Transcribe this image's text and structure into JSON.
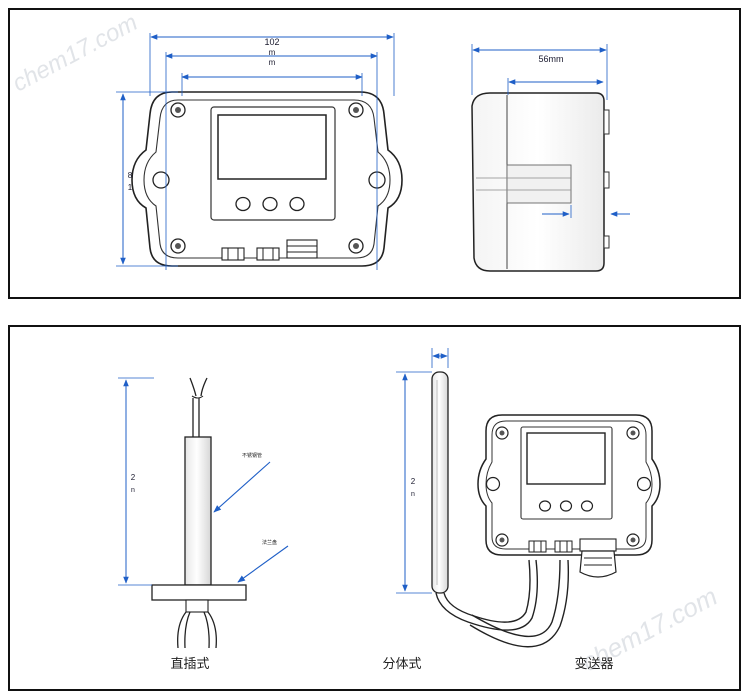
{
  "top_panel": {
    "front_view": {
      "width_label_line1": "102",
      "width_label_line2": "m",
      "width_label_line3": "m",
      "height_label_line1": "8",
      "height_label_line2": "1"
    },
    "side_view": {
      "depth_label": "56mm"
    }
  },
  "bottom_panel": {
    "probe": {
      "length_label_line1": "2",
      "length_label_line2": "n",
      "callout_upper": "不锈钢管",
      "callout_lower": "法兰盘",
      "caption": "直插式"
    },
    "remote_probe": {
      "length_label_line1": "2",
      "length_label_line2": "n",
      "caption": "分体式"
    },
    "transmitter": {
      "caption": "变送器"
    }
  },
  "watermark": {
    "text": "chem17.com"
  },
  "colors": {
    "dimension_line": "#1f5fc7",
    "outline": "#222222",
    "frame": "#111111"
  }
}
